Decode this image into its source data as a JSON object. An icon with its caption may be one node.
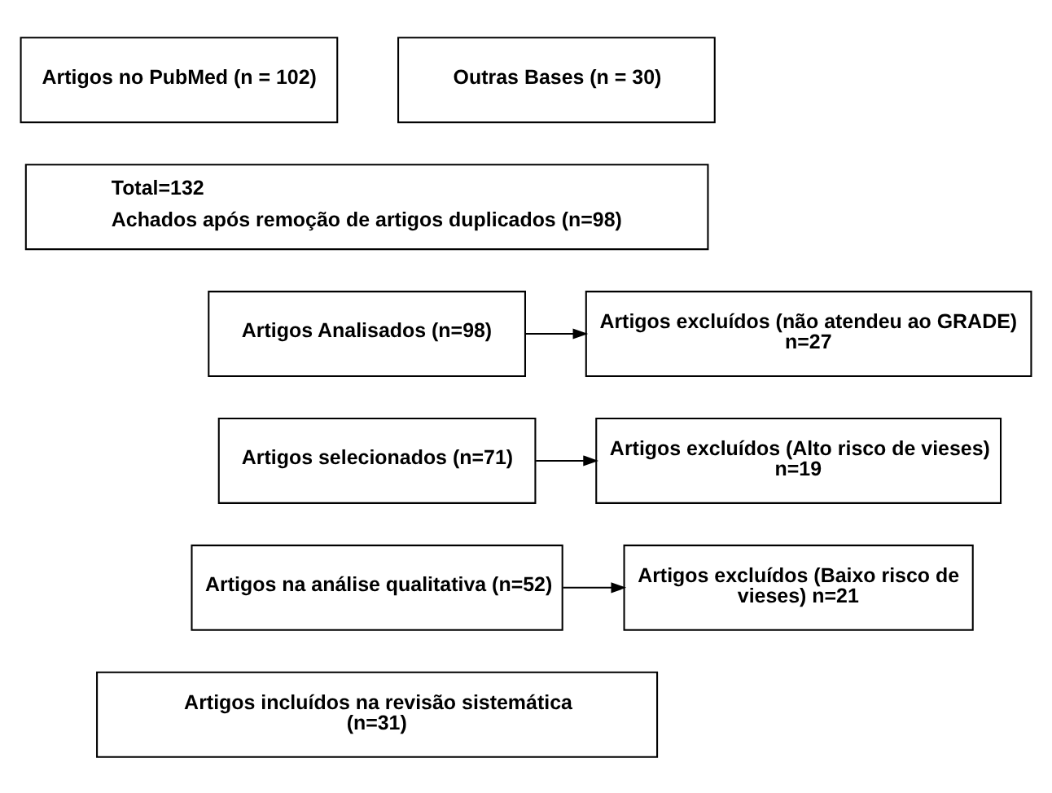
{
  "diagram": {
    "nodes": [
      {
        "text": [
          "Artigos no PubMed (n = 102)"
        ]
      },
      {
        "text": [
          "Outras Bases (n = 30)"
        ]
      },
      {
        "text": [
          "Total=132",
          "Achados após remoção de artigos duplicados (n=98)"
        ]
      },
      {
        "text": [
          "Artigos Analisados (n=98)"
        ]
      },
      {
        "text": [
          "Artigos excluídos (não atendeu ao GRADE) n=27"
        ]
      },
      {
        "text": [
          "Artigos selecionados (n=71)"
        ]
      },
      {
        "text": [
          "Artigos excluídos (Alto risco de vieses) n=19"
        ]
      },
      {
        "text": [
          "Artigos na análise qualitativa (n=52)"
        ]
      },
      {
        "text": [
          "Artigos excluídos (Baixo risco de vieses) n=21"
        ]
      },
      {
        "text": [
          "Artigos incluídos na revisão sistemática (n=31)"
        ]
      }
    ],
    "edges": [
      {
        "from": 3,
        "to": 4,
        "arrow": "to"
      },
      {
        "from": 5,
        "to": 6,
        "arrow": "to"
      },
      {
        "from": 7,
        "to": 8,
        "arrow": "to"
      }
    ]
  }
}
